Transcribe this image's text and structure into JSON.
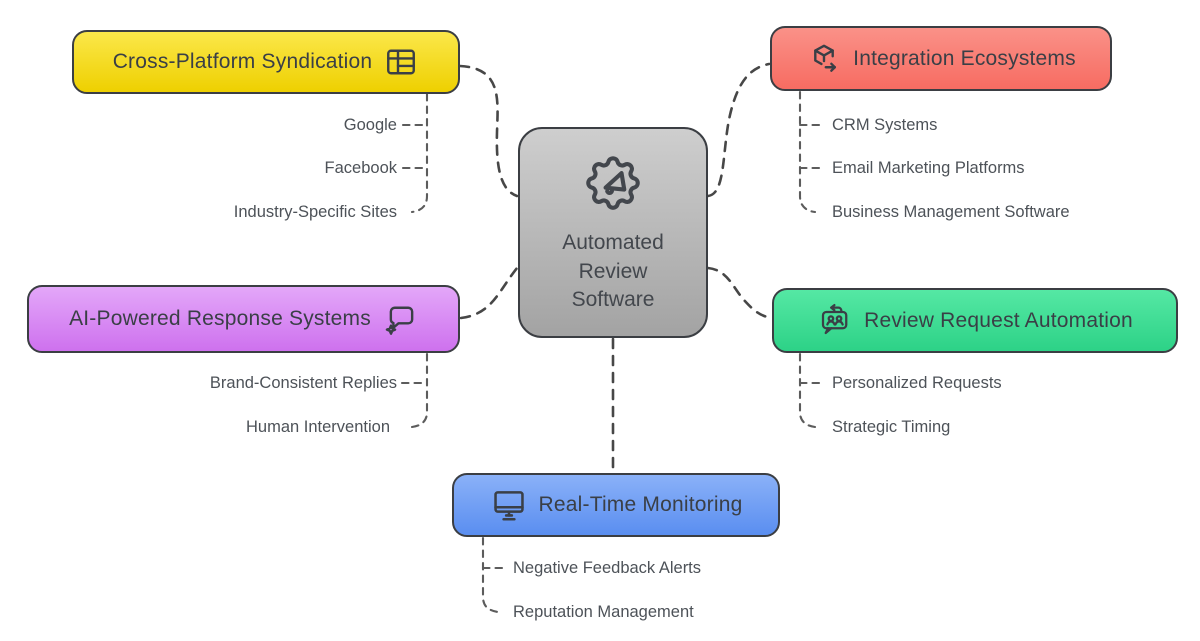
{
  "diagram": {
    "type": "mindmap",
    "background": "#ffffff",
    "center": {
      "label": "Automated Review Software",
      "icon": "gear-megaphone-icon",
      "colors": {
        "fill_top": "#cecece",
        "fill_bottom": "#a3a3a3",
        "border": "#3b3e43"
      }
    },
    "connector_colors": {
      "main": "#474747",
      "child": "#5c5c5c"
    },
    "branches": [
      {
        "label": "Cross-Platform Syndication",
        "icon": "layout-table-icon",
        "icon_side": "right",
        "colors": {
          "fill_top": "#fbe74a",
          "fill_bottom": "#eed000",
          "border": "#3b3e43"
        },
        "children": [
          "Google",
          "Facebook",
          "Industry-Specific Sites"
        ]
      },
      {
        "label": "Integration Ecosystems",
        "icon": "package-export-icon",
        "icon_side": "left",
        "colors": {
          "fill_top": "#fa9188",
          "fill_bottom": "#f76c62",
          "border": "#3b3e43"
        },
        "children": [
          "CRM Systems",
          "Email Marketing Platforms",
          "Business Management Software"
        ]
      },
      {
        "label": "AI-Powered Response Systems",
        "icon": "ai-chat-sparkle-icon",
        "icon_side": "right",
        "colors": {
          "fill_top": "#e3a7f9",
          "fill_bottom": "#ce71ee",
          "border": "#3b3e43"
        },
        "children": [
          "Brand-Consistent Replies",
          "Human Intervention"
        ]
      },
      {
        "label": "Review Request Automation",
        "icon": "people-message-return-icon",
        "icon_side": "left",
        "colors": {
          "fill_top": "#55e8a4",
          "fill_bottom": "#2dd287",
          "border": "#3b3e43"
        },
        "children": [
          "Personalized Requests",
          "Strategic Timing"
        ]
      },
      {
        "label": "Real-Time Monitoring",
        "icon": "monitor-icon",
        "icon_side": "left",
        "colors": {
          "fill_top": "#8ab1f8",
          "fill_bottom": "#5a8ef0",
          "border": "#3b3e43"
        },
        "children": [
          "Negative Feedback Alerts",
          "Reputation Management"
        ]
      }
    ]
  }
}
